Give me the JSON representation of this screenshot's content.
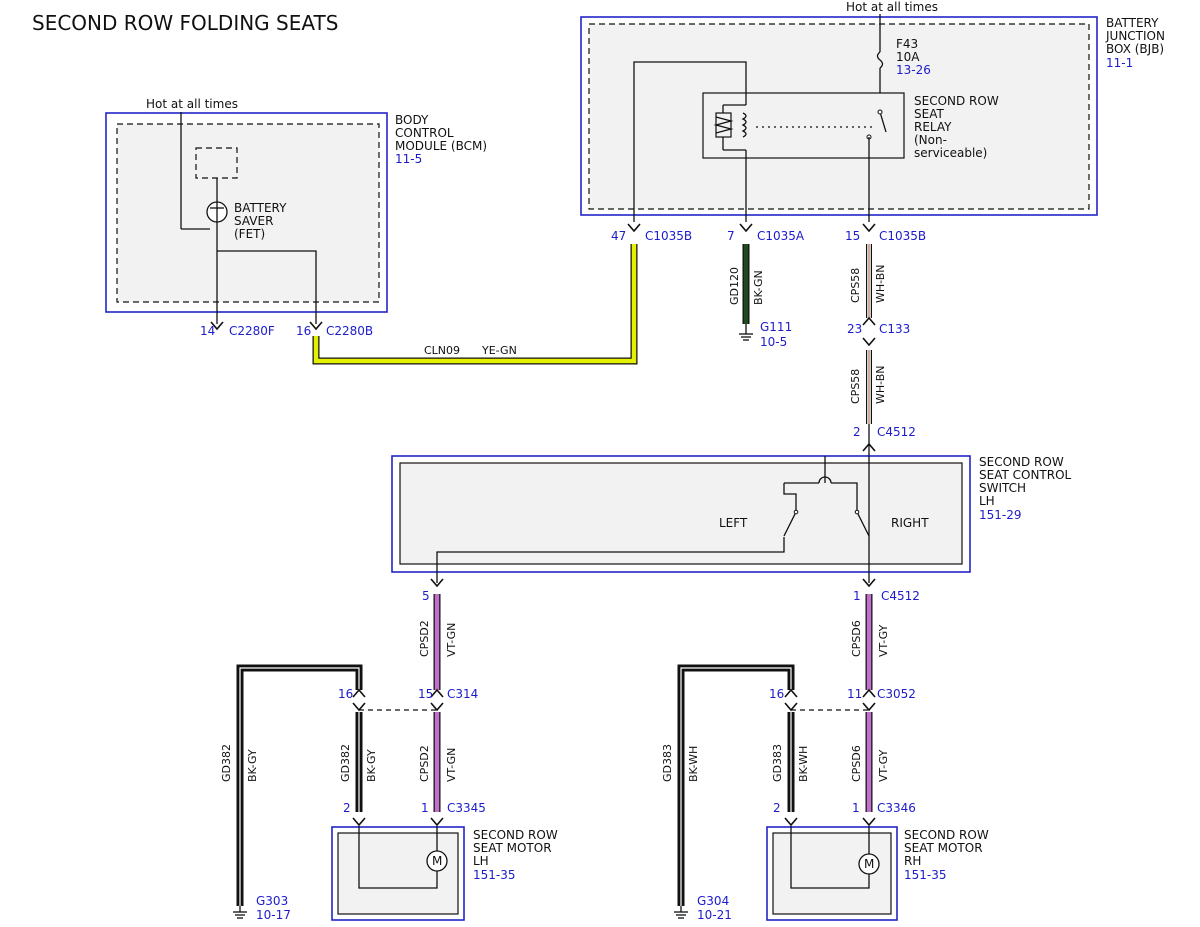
{
  "title": "SECOND ROW FOLDING SEATS",
  "colors": {
    "box_border": "#2424c8",
    "ref_text": "#1c1ccc",
    "wire_ye_gn_fill": "#e3f000",
    "wire_bk_gn_fill": "#1f4a1f",
    "wire_wh_bn_fill": "#c98b7a",
    "wire_vt_fill": "#c070c8",
    "wire_black": "#111111"
  },
  "components": {
    "bjb": {
      "hot_label": "Hot at all times",
      "name_lines": [
        "BATTERY",
        "JUNCTION",
        "BOX (BJB)"
      ],
      "ref": "11-1",
      "fuse_name": "F43",
      "fuse_rating": "10A",
      "fuse_ref": "13-26",
      "relay_lines": [
        "SECOND ROW",
        "SEAT",
        "RELAY",
        "(Non-",
        "serviceable)"
      ]
    },
    "bcm": {
      "hot_label": "Hot at all times",
      "name_lines": [
        "BODY",
        "CONTROL",
        "MODULE (BCM)"
      ],
      "ref": "11-5",
      "saver_lines": [
        "BATTERY",
        "SAVER",
        "(FET)"
      ]
    },
    "switch": {
      "name_lines": [
        "SECOND ROW",
        "SEAT CONTROL",
        "SWITCH",
        "LH"
      ],
      "ref": "151-29",
      "left_label": "LEFT",
      "right_label": "RIGHT"
    },
    "motor_lh": {
      "name_lines": [
        "SECOND ROW",
        "SEAT MOTOR",
        "LH"
      ],
      "ref": "151-35",
      "symbol": "M"
    },
    "motor_rh": {
      "name_lines": [
        "SECOND ROW",
        "SEAT MOTOR",
        "RH"
      ],
      "ref": "151-35",
      "symbol": "M"
    }
  },
  "connectors": {
    "c2280f": {
      "pin": "14",
      "name": "C2280F"
    },
    "c2280b": {
      "pin": "16",
      "name": "C2280B"
    },
    "c1035b_47": {
      "pin": "47",
      "name": "C1035B"
    },
    "c1035a_7": {
      "pin": "7",
      "name": "C1035A"
    },
    "c1035b_15": {
      "pin": "15",
      "name": "C1035B"
    },
    "c133": {
      "pin": "23",
      "name": "C133"
    },
    "c4512_2": {
      "pin": "2",
      "name": "C4512"
    },
    "c4512_5": {
      "pin": "5"
    },
    "c4512_1": {
      "pin": "1",
      "name": "C4512"
    },
    "c314_16": {
      "pin": "16"
    },
    "c314_15": {
      "pin": "15",
      "name": "C314"
    },
    "c3052_16": {
      "pin": "16"
    },
    "c3052_11": {
      "pin": "11",
      "name": "C3052"
    },
    "c3345_2": {
      "pin": "2"
    },
    "c3345_1": {
      "pin": "1",
      "name": "C3345"
    },
    "c3346_2": {
      "pin": "2"
    },
    "c3346_1": {
      "pin": "1",
      "name": "C3346"
    }
  },
  "grounds": {
    "g111": {
      "name": "G111",
      "ref": "10-5"
    },
    "g303": {
      "name": "G303",
      "ref": "10-17"
    },
    "g304": {
      "name": "G304",
      "ref": "10-21"
    }
  },
  "wires": {
    "cln09": {
      "circuit": "CLN09",
      "color": "YE-GN"
    },
    "gd120": {
      "circuit": "GD120",
      "color": "BK-GN"
    },
    "cps58_a": {
      "circuit": "CPS58",
      "color": "WH-BN"
    },
    "cps58_b": {
      "circuit": "CPS58",
      "color": "WH-BN"
    },
    "cpsd2_a": {
      "circuit": "CPSD2",
      "color": "VT-GN"
    },
    "cpsd2_b": {
      "circuit": "CPSD2",
      "color": "VT-GN"
    },
    "cpsd6_a": {
      "circuit": "CPSD6",
      "color": "VT-GY"
    },
    "cpsd6_b": {
      "circuit": "CPSD6",
      "color": "VT-GY"
    },
    "gd382_a": {
      "circuit": "GD382",
      "color": "BK-GY"
    },
    "gd382_b": {
      "circuit": "GD382",
      "color": "BK-GY"
    },
    "gd383_a": {
      "circuit": "GD383",
      "color": "BK-WH"
    },
    "gd383_b": {
      "circuit": "GD383",
      "color": "BK-WH"
    }
  }
}
